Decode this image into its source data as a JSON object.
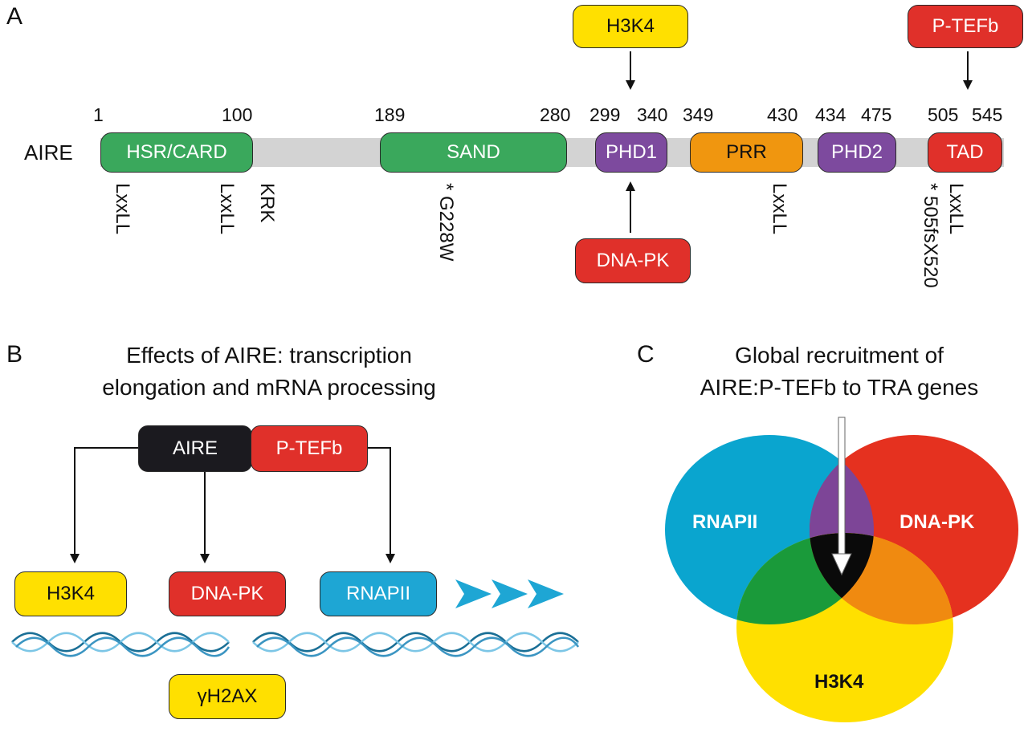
{
  "panel_a": {
    "label": "A",
    "protein": "AIRE",
    "numbers": [
      "1",
      "100",
      "189",
      "280",
      "299",
      "340",
      "349",
      "430",
      "434",
      "475",
      "505",
      "545"
    ],
    "domains": [
      {
        "name": "HSR/CARD",
        "color": "#3aa85c"
      },
      {
        "name": "SAND",
        "color": "#3aa85c"
      },
      {
        "name": "PHD1",
        "color": "#7d4a9e"
      },
      {
        "name": "PRR",
        "color": "#f0960f"
      },
      {
        "name": "PHD2",
        "color": "#7d4a9e"
      },
      {
        "name": "TAD",
        "color": "#e0302a"
      }
    ],
    "sites": [
      "LxxLL",
      "LxxLL",
      "KRK",
      "* G228W",
      "LxxLL",
      "* 505fsX520",
      "LxxLL"
    ],
    "interactors": {
      "h3k4": {
        "label": "H3K4",
        "color": "#ffe000"
      },
      "ptefb": {
        "label": "P-TEFb",
        "color": "#e0302a"
      },
      "dnapk": {
        "label": "DNA-PK",
        "color": "#e0302a"
      }
    }
  },
  "panel_b": {
    "label": "B",
    "title_line1": "Effects of AIRE: transcription",
    "title_line2": "elongation and mRNA processing",
    "aire": "AIRE",
    "ptefb": "P-TEFb",
    "targets": {
      "h3k4": "H3K4",
      "dnapk": "DNA-PK",
      "rnapii": "RNAPII"
    },
    "gamma": "γH2AX",
    "colors": {
      "aire": "#1b1a1f",
      "red": "#e0302a",
      "yellow": "#ffe000",
      "blue": "#1ea6d4"
    }
  },
  "panel_c": {
    "label": "C",
    "title_line1": "Global recruitment of",
    "title_line2": "AIRE:P-TEFb to TRA genes",
    "circles": {
      "rnapii": "RNAPII",
      "dnapk": "DNA-PK",
      "h3k4": "H3K4"
    },
    "colors": {
      "blue": "#0aa5cf",
      "red": "#e5311f",
      "yellow": "#ffe000",
      "purple": "#7d4597",
      "green": "#1a9a3a",
      "orange": "#f08a10",
      "center": "#0a0a0a"
    }
  }
}
